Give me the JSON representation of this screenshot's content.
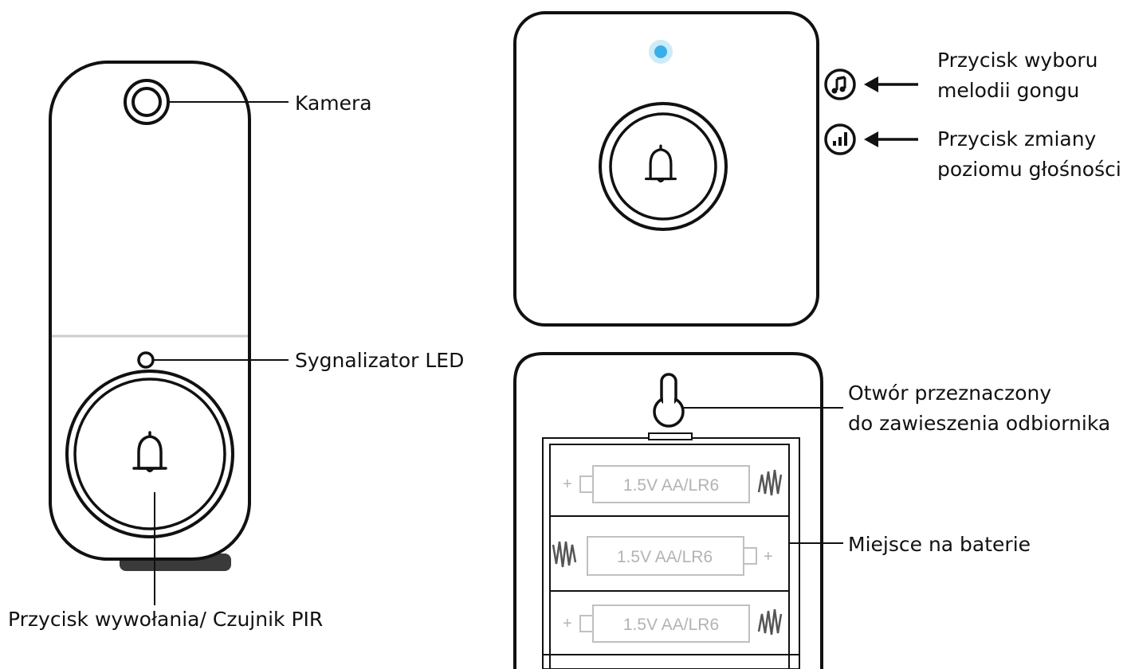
{
  "labels": {
    "camera": "Kamera",
    "led": "Sygnalizator LED",
    "call_button": "Przycisk wywołania/ Czujnik PIR",
    "melody_line1": "Przycisk wyboru",
    "melody_line2": "melodii gongu",
    "volume_line1": "Przycisk zmiany",
    "volume_line2": "poziomu głośności",
    "hole_line1": "Otwór przeznaczony",
    "hole_line2": "do zawieszenia odbiornika",
    "battery_slot": "Miejsce na baterie"
  },
  "batteries": [
    {
      "text": "1.5V AA/LR6",
      "plus": "+"
    },
    {
      "text": "1.5V AA/LR6",
      "plus": "+"
    },
    {
      "text": "1.5V AA/LR6",
      "plus": "+"
    }
  ],
  "colors": {
    "outline": "#111111",
    "led_glow": "#3aaee8",
    "battery_text": "#b3b3b3",
    "divider": "#cccccc"
  },
  "icons": [
    "bell-icon",
    "music-note-icon",
    "volume-bars-icon",
    "keyhole-icon"
  ]
}
